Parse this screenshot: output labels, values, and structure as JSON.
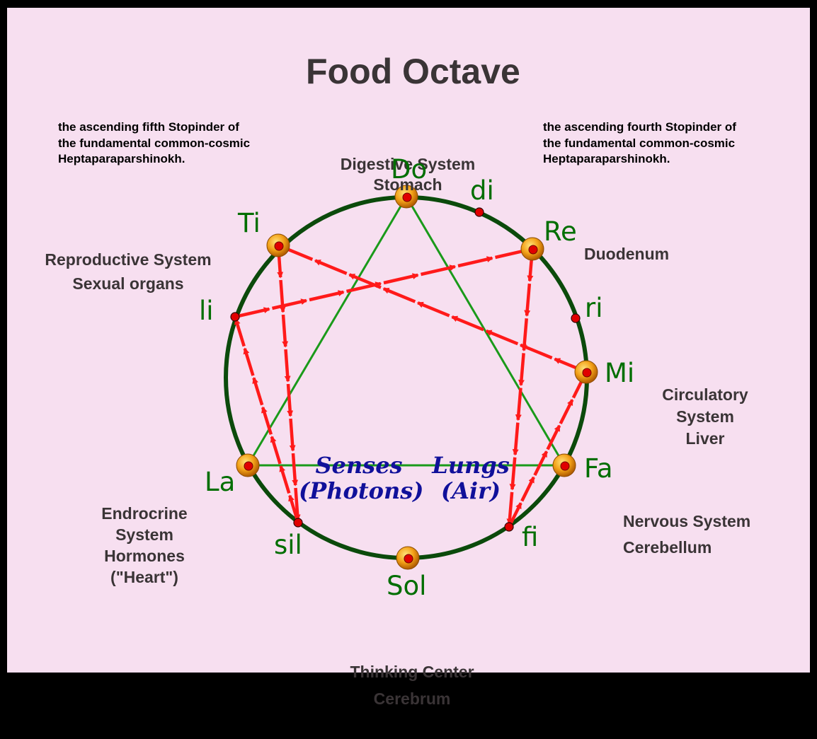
{
  "title": "Food Octave",
  "side_notes": {
    "left": [
      "the ascending fifth Stopinder of",
      "the fundamental common-cosmic",
      "Heptaparaparshinokh."
    ],
    "right": [
      "the ascending fourth Stopinder of",
      "the fundamental common-cosmic",
      "Heptaparaparshinokh."
    ]
  },
  "notes": {
    "do": "Do",
    "di": "di",
    "re": "Re",
    "ri": "ri",
    "mi": "Mi",
    "fa": "Fa",
    "fi": "fi",
    "sol": "Sol",
    "sil": "sil",
    "la": "La",
    "li": "li",
    "ti": "Ti"
  },
  "systems": {
    "do": [
      "Digestive System",
      "Stomach"
    ],
    "re": [
      "Duodenum"
    ],
    "mi": [
      "Circulatory",
      "System",
      "Liver"
    ],
    "fa": [
      "Nervous System",
      "Cerebellum"
    ],
    "sol": [
      "Thinking Center",
      "Cerebrum"
    ],
    "la": [
      "Endrocrine",
      "System",
      "Hormones",
      "(\"Heart\")"
    ],
    "ti": [
      "Reproductive System",
      "Sexual organs"
    ]
  },
  "inner_labels": {
    "senses": [
      "Senses",
      "(Photons)"
    ],
    "lungs": [
      "Lungs",
      "(Air)"
    ]
  },
  "colors": {
    "background": "#f7dff0",
    "frame": "#000000",
    "circle": "#0b4a0b",
    "triangle": "#1a9a1a",
    "note_text": "#006e00",
    "arrows": "#ff1a1a",
    "handwriting": "#10109a",
    "label_text": "#3a3436"
  }
}
